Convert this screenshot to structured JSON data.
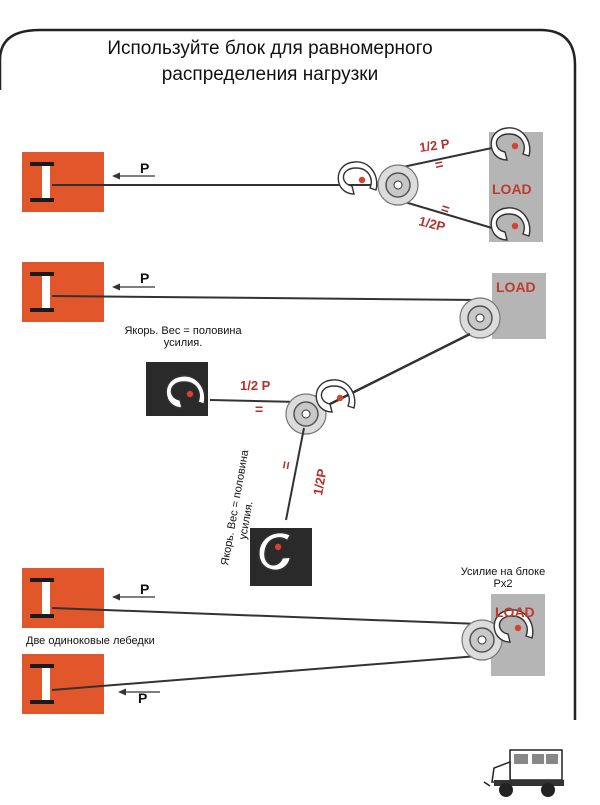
{
  "title": {
    "line1": "Используйте блок для равномерного",
    "line2": "распределения   нагрузки"
  },
  "labels": {
    "p": "P",
    "half_p": "1/2 P",
    "half_p_compact": "1/2P",
    "equals": "=",
    "load": "LOAD",
    "anchor_line1": "Якорь. Вес = половина",
    "anchor_line2": "усилия.",
    "block_force_line1": "Усилие на блоке",
    "block_force_line2": "Px2",
    "two_winches": "Две одиноковые лебедки"
  },
  "colors": {
    "winch_red": "#e2562c",
    "load_grey": "#b5b5b5",
    "load_text": "#c0392b",
    "anchor_dark": "#2a2a2a",
    "rope": "#333333",
    "label_red": "#b4302a"
  },
  "icons": {
    "winch": "winch-drum-icon",
    "pulley": "snatch-block-icon",
    "hook": "hook-icon",
    "truck": "truck-icon"
  }
}
